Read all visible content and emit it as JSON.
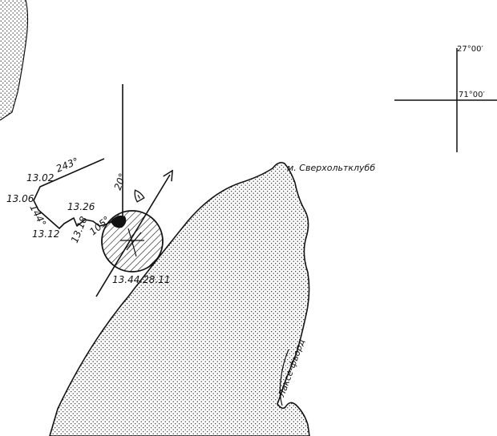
{
  "map": {
    "place_labels": {
      "cape": "м. Сверхольтклубб",
      "fjord": "Лаксе-фьорд"
    },
    "grid": {
      "longitude": "27°00′",
      "latitude": "71°00′"
    },
    "track_times": [
      "13.02",
      "13.06",
      "13.12",
      "13.18",
      "13.26"
    ],
    "headings": [
      "243°",
      "144°",
      "105°",
      "20°"
    ],
    "attack_time": "13.44.28.11"
  },
  "colors": {
    "ink": "#111111",
    "paper": "#ffffff"
  }
}
